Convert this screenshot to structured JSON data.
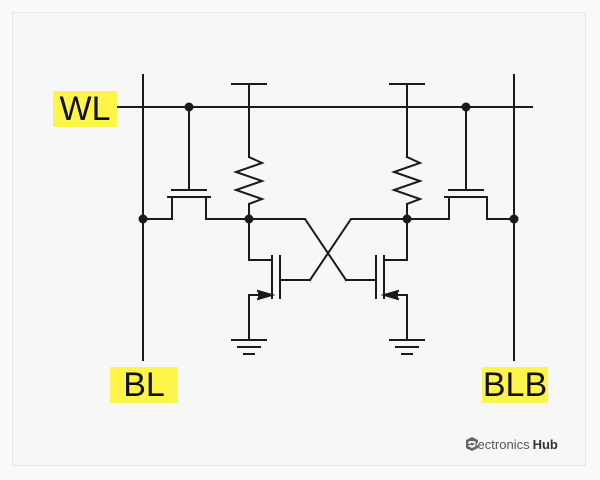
{
  "labels": {
    "word_line": "WL",
    "bit_line": "BL",
    "bit_line_bar": "BLB"
  },
  "brand": {
    "name_part1": "Electronics",
    "name_part2": "Hub"
  },
  "colors": {
    "background": "#f7f7f7",
    "wire": "#1a1a1a",
    "label_highlight": "#fff44a"
  }
}
